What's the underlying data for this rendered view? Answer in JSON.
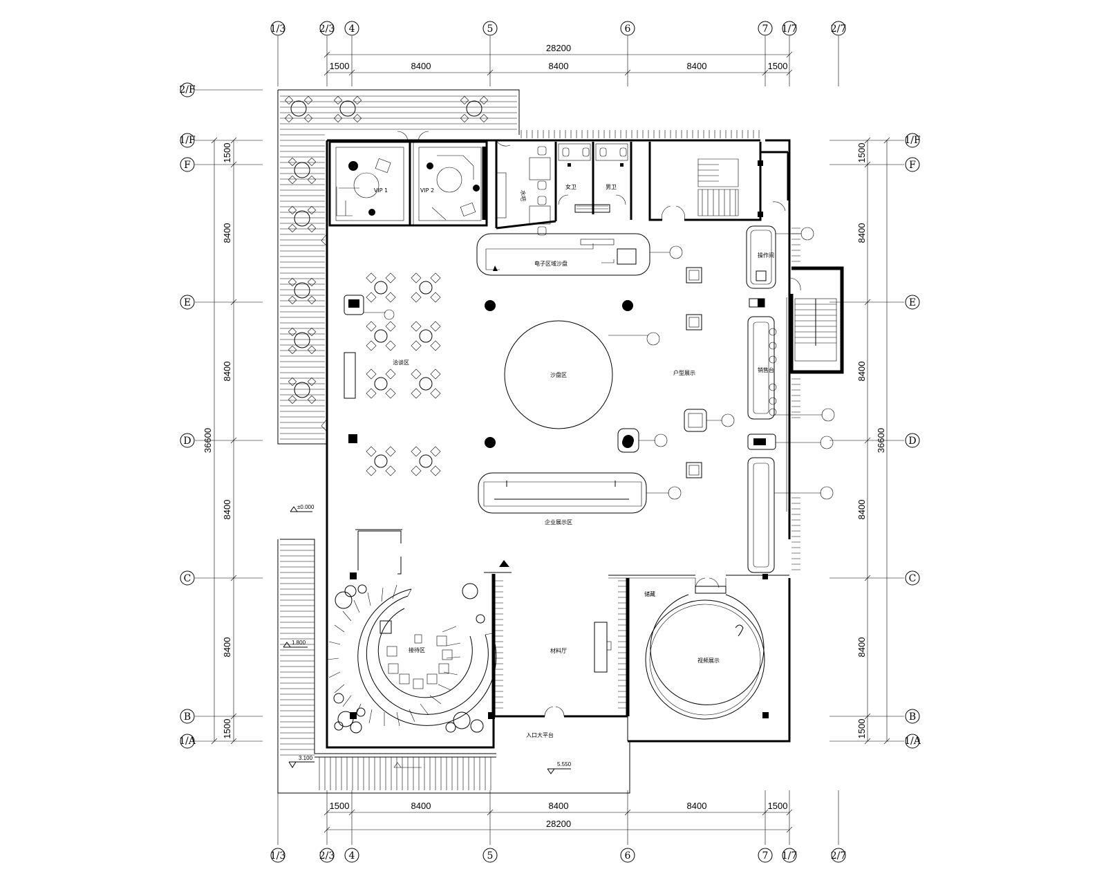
{
  "dimensions": {
    "top_total": "28200",
    "top_bays": [
      "1500",
      "8400",
      "8400",
      "8400",
      "1500"
    ],
    "bottom_bays": [
      "1500",
      "8400",
      "8400",
      "8400",
      "1500"
    ],
    "bottom_total": "28200",
    "left_total": "36600",
    "left_bays": [
      "1500",
      "8400",
      "8400",
      "8400",
      "8400",
      "1500"
    ],
    "right_total": "36600",
    "right_bays": [
      "1500",
      "8400",
      "8400",
      "8400",
      "8400",
      "1500"
    ]
  },
  "axes": {
    "vertical": [
      "1/3",
      "2/3",
      "4",
      "5",
      "6",
      "7",
      "1/7",
      "2/7"
    ],
    "horizontal_left": [
      "2/F",
      "1/F",
      "F",
      "E",
      "D",
      "C",
      "B",
      "1/A"
    ],
    "horizontal_right": [
      "1/F",
      "F",
      "E",
      "D",
      "C",
      "B",
      "1/A"
    ]
  },
  "rooms": {
    "vip1": "VIP 1",
    "vip2": "VIP 2",
    "bar": "水吧",
    "women_wc": "女卫",
    "men_wc": "男卫",
    "electronic_sandbox": "电子区域沙盘",
    "sandbox_area": "沙盘区",
    "negotiation_area": "洽谈区",
    "product_display": "户型展示",
    "sales_counter": "销售台",
    "operation_room": "操作间",
    "corporate_display": "企业展示区",
    "reception": "接待区",
    "material_hall": "材料厅",
    "video_display": "视频展示",
    "entrance_platform": "入口大平台",
    "storage": "储藏"
  },
  "levels": {
    "ground": "±0.000",
    "mid": "1.800",
    "stair_bottom": "3.100",
    "platform": "5.550"
  }
}
